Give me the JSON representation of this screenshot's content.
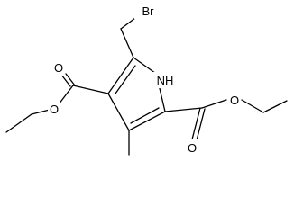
{
  "molecule": {
    "atom_labels": {
      "bromine": "Br",
      "ring_nitrogen": "NH",
      "ester_left_carbonyl_o": "O",
      "ester_left_ether_o": "O",
      "ester_right_carbonyl_o": "O",
      "ester_right_ether_o": "O"
    }
  },
  "colors": {
    "line": "#000000",
    "background": "#ffffff"
  }
}
